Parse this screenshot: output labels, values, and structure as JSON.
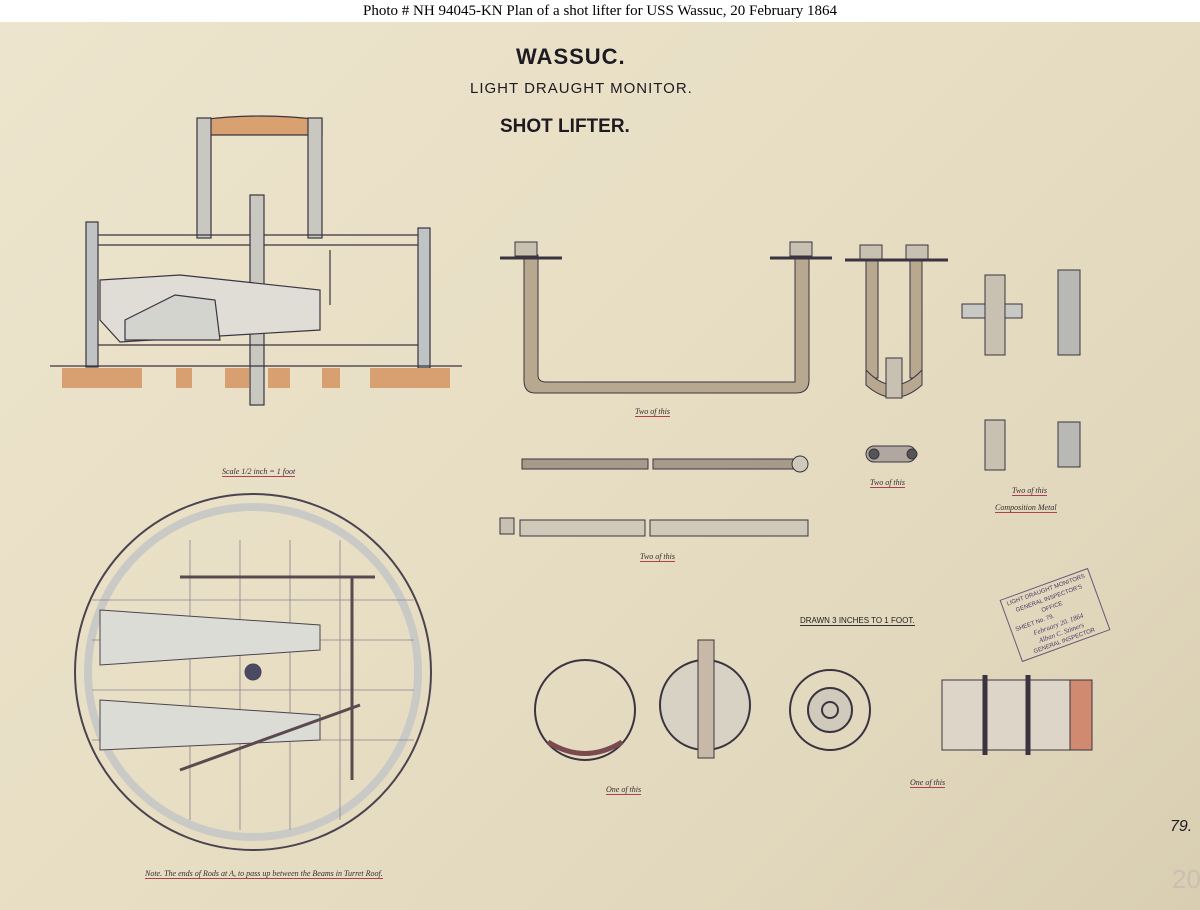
{
  "caption": "Photo #  NH 94045-KN    Plan of a shot lifter for USS Wassuc, 20 February 1864",
  "drawing": {
    "ship_name": "WASSUC.",
    "ship_class": "LIGHT DRAUGHT MONITOR.",
    "subject": "SHOT LIFTER.",
    "scale_note": "Drawn 3 inches to 1 foot.",
    "section_scale": "Scale 1/2 inch = 1 foot",
    "captions": {
      "u_pipe": "Two of this",
      "rods": "Two of this",
      "clamp": "Two of this",
      "blocks": "Two of this",
      "material": "Composition Metal",
      "ring": "One of this",
      "cradle": "One of this"
    },
    "note": "Note. The ends of Rods at A, to pass up between the Beams in Turret Roof.",
    "sheet_number": "79.",
    "corner_mark": "20"
  },
  "stamp": {
    "line1": "LIGHT DRAUGHT MONITORS",
    "line2": "GENERAL INSPECTOR'S OFFICE",
    "line3": "SHEET No. 79.",
    "date": "February 20. 1864",
    "signature": "Alban C. Stimers",
    "line4": "GENERAL INSPECTOR"
  }
}
